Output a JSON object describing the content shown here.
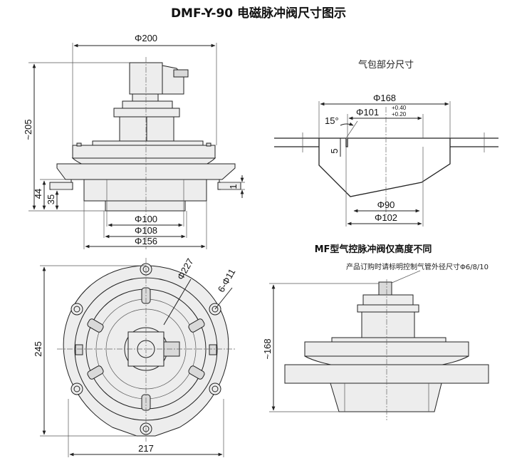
{
  "title": "DMF-Y-90  电磁脉冲阀尺寸图示",
  "front_view": {
    "dim_top_width": "Φ200",
    "dim_height": "~205",
    "dim_44": "44",
    "dim_35": "35",
    "dim_1": "1",
    "dim_phi100": "Φ100",
    "dim_phi108": "Φ108",
    "dim_phi156": "Φ156"
  },
  "tank_view": {
    "caption": "气包部分尺寸",
    "dim_phi168": "Φ168",
    "dim_phi101": "Φ101",
    "tol_upper": "+0.40",
    "tol_lower": "+0.20",
    "angle": "15°",
    "dim_5": "5",
    "dim_phi90": "Φ90",
    "dim_phi102": "Φ102"
  },
  "mf_view": {
    "caption": "MF型气控脉冲阀仅高度不同",
    "note": "产品订购时请标明控制气管外径尺寸Φ6/8/10",
    "dim_168": "~168"
  },
  "top_view": {
    "dim_phi227": "Φ227",
    "dim_holes": "6-Φ11",
    "dim_245": "245",
    "dim_217": "217"
  }
}
